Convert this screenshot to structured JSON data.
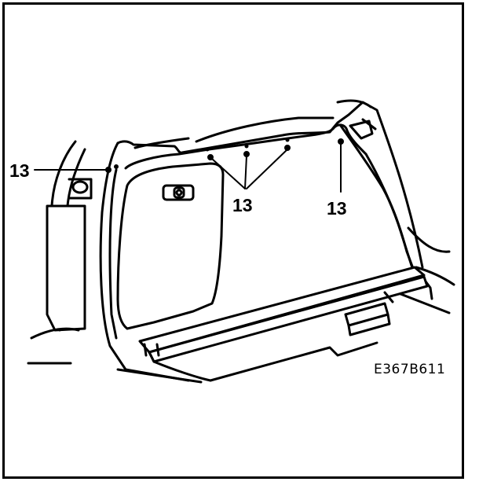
{
  "callouts": {
    "left": "13",
    "center": "13",
    "right": "13"
  },
  "figure_code": "E367B611",
  "colors": {
    "line": "#000000",
    "background": "#ffffff"
  }
}
